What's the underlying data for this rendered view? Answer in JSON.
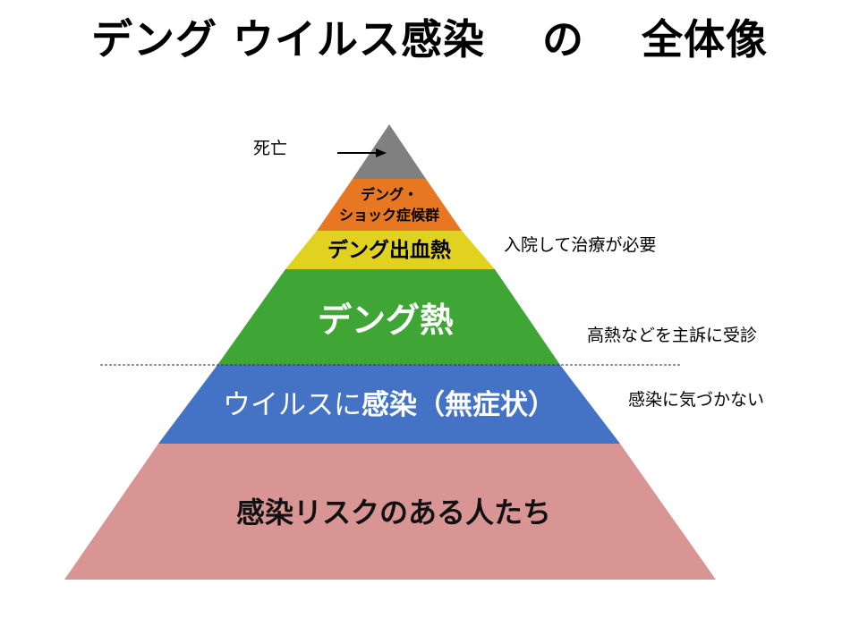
{
  "title": "デング ウイルス感染　 の　 全体像",
  "pyramid": {
    "layers": [
      {
        "label": "",
        "color": "#808080"
      },
      {
        "label_line1": "デング・",
        "label_line2": "ショック症候群",
        "color": "#E87722"
      },
      {
        "label": "デング出血熱",
        "color": "#E0D21E"
      },
      {
        "label": "デング熱",
        "color": "#3FA535"
      },
      {
        "label_normal": "ウイルスに",
        "label_bold": "感染（無症状）",
        "color": "#4472C4"
      },
      {
        "label": "感染リスクのある人たち",
        "color": "#D99594"
      }
    ]
  },
  "annotations": {
    "death": "死亡",
    "hospital": "入院して治療が必要",
    "fever": "高熱などを主訴に受診",
    "unaware": "感染に気づかない"
  }
}
